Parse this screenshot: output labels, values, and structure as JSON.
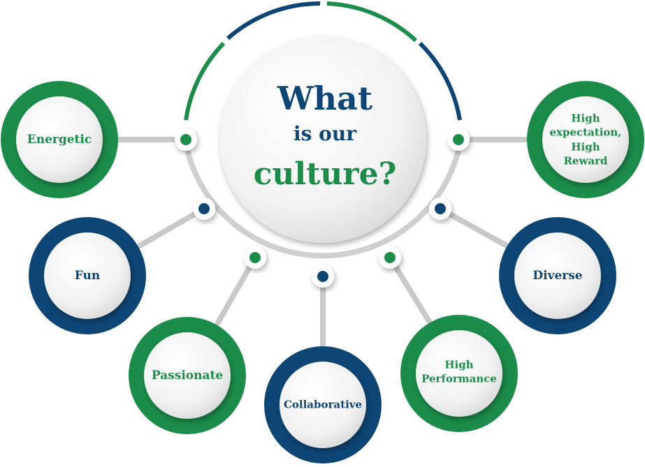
{
  "colors": {
    "green": "#1b8c4a",
    "blue": "#0d4675",
    "connector": "#c7c7c7"
  },
  "center": {
    "line1": "What",
    "line2": "is our",
    "line3": "culture?"
  },
  "nodes": [
    {
      "id": "energetic",
      "label": "Energetic",
      "color": "green"
    },
    {
      "id": "fun",
      "label": "Fun",
      "color": "blue"
    },
    {
      "id": "passionate",
      "label": "Passionate",
      "color": "green"
    },
    {
      "id": "collaborative",
      "label": "Collaborative",
      "color": "blue"
    },
    {
      "id": "high-performance",
      "label": "High\nPerformance",
      "color": "green"
    },
    {
      "id": "diverse",
      "label": "Diverse",
      "color": "blue"
    },
    {
      "id": "high-expectation",
      "label": "High\nexpectation,\nHigh\nReward",
      "color": "green"
    }
  ]
}
